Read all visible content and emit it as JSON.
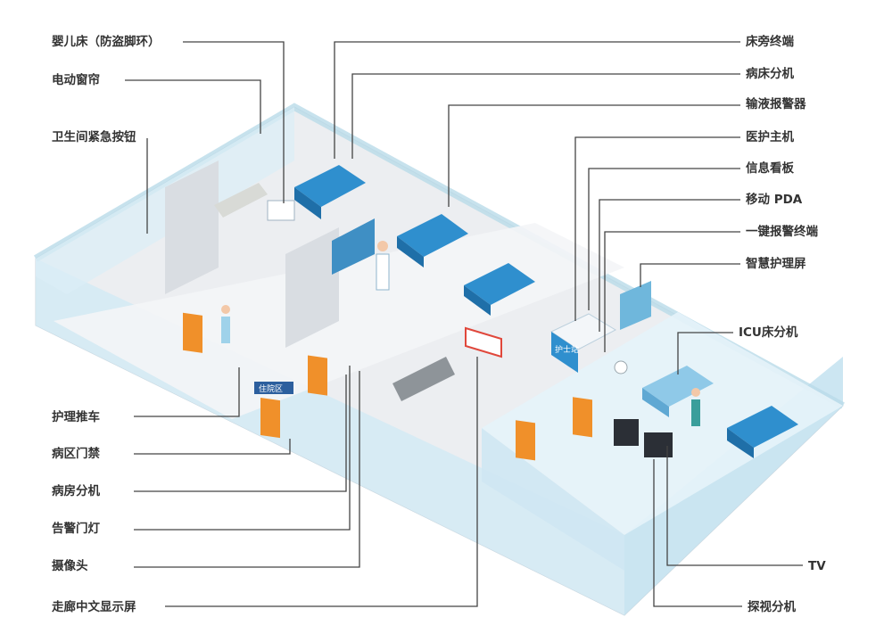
{
  "labels_left": [
    "婴儿床（防盗脚环）",
    "电动窗帘",
    "卫生间紧急按钮",
    "护理推车",
    "病区门禁",
    "病房分机",
    "告警门灯",
    "摄像头",
    "走廊中文显示屏"
  ],
  "labels_right": [
    "床旁终端",
    "病床分机",
    "输液报警器",
    "医护主机",
    "信息看板",
    "移动 PDA",
    "一键报警终端",
    "智慧护理屏",
    "ICU床分机",
    "TV",
    "探视分机"
  ],
  "signs": {
    "nurse_station": "护士站",
    "ward_area": "住院区"
  },
  "colors": {
    "floor": "#e9ebee",
    "glass": "#d3eaf5",
    "wall_top": "#b9dbe9",
    "bed_blue": "#2f8fce",
    "door_orange": "#f0902a",
    "leader_line": "#444444",
    "label_text": "#333333"
  }
}
